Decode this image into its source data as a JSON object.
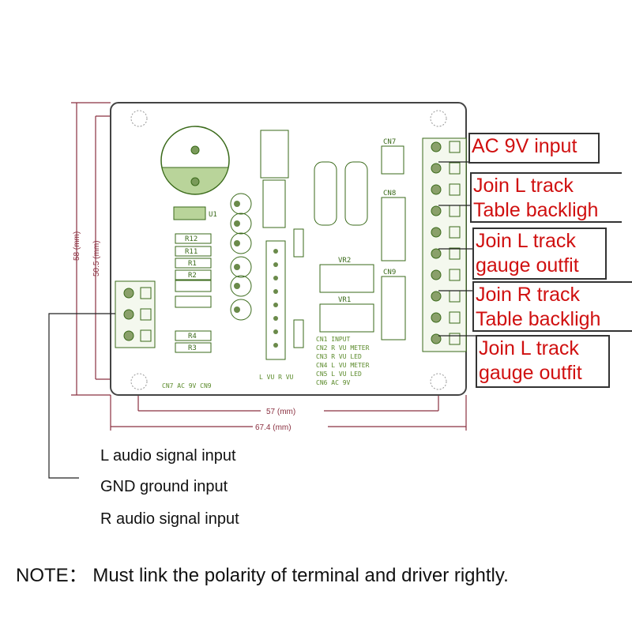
{
  "labels": [
    {
      "line1": "AC 9V  input",
      "line2": ""
    },
    {
      "line1": "Join L track",
      "line2": "Table backligh"
    },
    {
      "line1": "Join L track",
      "line2": "gauge outfit"
    },
    {
      "line1": "Join R track",
      "line2": "Table backligh"
    },
    {
      "line1": "Join L track",
      "line2": "gauge outfit"
    }
  ],
  "inputs": [
    "L audio signal input",
    "GND ground input",
    "R audio signal input"
  ],
  "note": "NOTE： Must link the polarity of terminal and driver rightly.",
  "dimensions": {
    "inner_width": "57 (mm)",
    "outer_width": "67.4 (mm)",
    "inner_height": "50.5 (mm)",
    "outer_height": "58 (mm)"
  },
  "silkscreen": {
    "bottom_left": "CN7   AC 9V  CN9",
    "vu": "L VU  R VU",
    "table": [
      "CN1  INPUT",
      "CN2  R VU  METER",
      "CN3  R VU  LED",
      "CN4  L VU  METER",
      "CN5  L VU  LED",
      "CN6  AC 9V"
    ],
    "parts": [
      "R12",
      "R11",
      "R1",
      "R2",
      "R4",
      "R3",
      "VR2",
      "VR1",
      "U1",
      "CN7",
      "CN8",
      "CN9"
    ]
  },
  "colors": {
    "label_text": "#d01010",
    "silk": "#5a8a2a",
    "dim": "#8a3040"
  }
}
